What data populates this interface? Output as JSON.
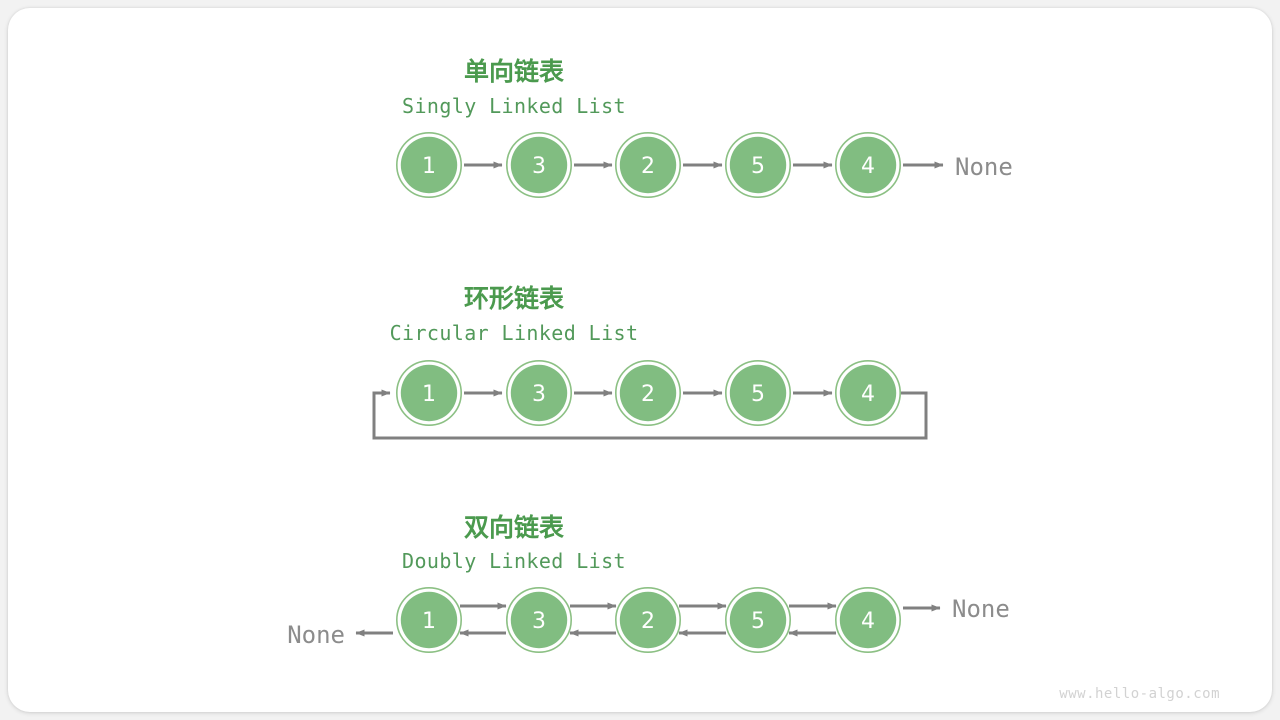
{
  "page": {
    "background": "#f2f2f2",
    "card_background": "#ffffff",
    "watermark": "www.hello-algo.com"
  },
  "colors": {
    "title_green": "#4b9a4e",
    "subtitle_green": "#52995a",
    "node_fill": "#81bd81",
    "node_ring": "#8cc084",
    "node_text": "#ffffff",
    "arrow_gray": "#808080",
    "none_text": "#8c8c8c",
    "watermark_gray": "#d2d2d2"
  },
  "sections": [
    {
      "id": "singly",
      "title_cjk": "单向链表",
      "title_en": "Singly Linked List",
      "nodes": [
        "1",
        "3",
        "2",
        "5",
        "4"
      ],
      "tail_label": "None",
      "head_label": null,
      "direction": "forward"
    },
    {
      "id": "circular",
      "title_cjk": "环形链表",
      "title_en": "Circular Linked List",
      "nodes": [
        "1",
        "3",
        "2",
        "5",
        "4"
      ],
      "tail_label": null,
      "head_label": null,
      "direction": "forward-loop"
    },
    {
      "id": "doubly",
      "title_cjk": "双向链表",
      "title_en": "Doubly Linked List",
      "nodes": [
        "1",
        "3",
        "2",
        "5",
        "4"
      ],
      "tail_label": "None",
      "head_label": "None",
      "direction": "bidirectional"
    }
  ]
}
